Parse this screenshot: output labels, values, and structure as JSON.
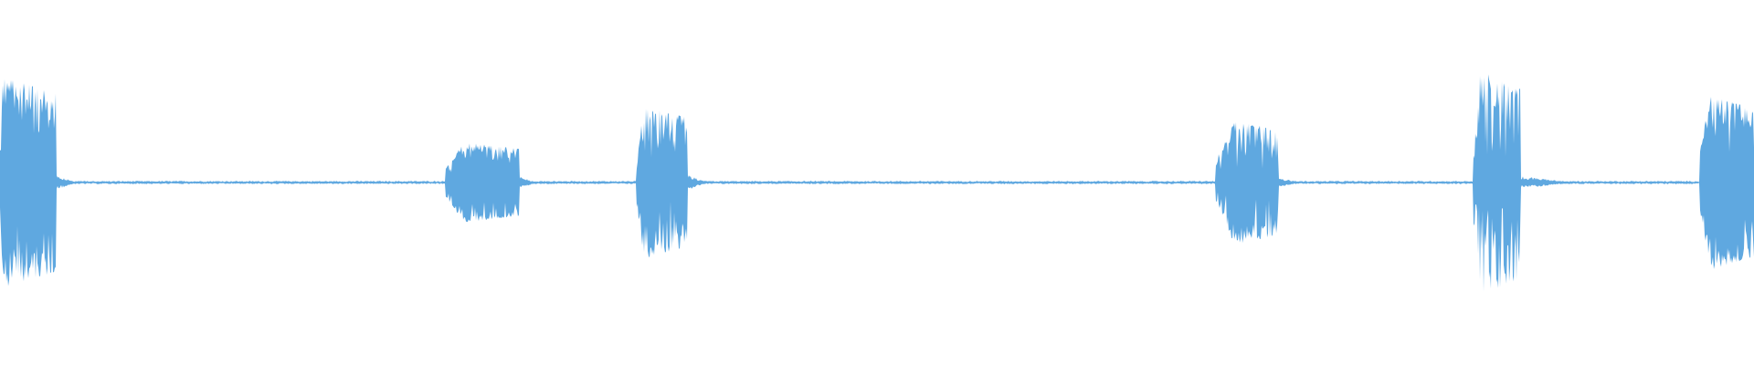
{
  "waveform": {
    "color": "#5fa8e0",
    "baseline_amplitude": 0.006,
    "bursts": [
      {
        "start": 0.0,
        "end": 0.032,
        "peak": 0.58,
        "ramp_in": 0.05,
        "tail": 0.012,
        "tail_level": 0.03,
        "jaggedness": 0.45
      },
      {
        "start": 0.254,
        "end": 0.296,
        "peak": 0.22,
        "ramp_in": 0.25,
        "tail": 0.01,
        "tail_level": 0.025,
        "jaggedness": 0.35
      },
      {
        "start": 0.363,
        "end": 0.392,
        "peak": 0.42,
        "ramp_in": 0.15,
        "tail": 0.012,
        "tail_level": 0.03,
        "jaggedness": 0.5
      },
      {
        "start": 0.693,
        "end": 0.729,
        "peak": 0.34,
        "ramp_in": 0.3,
        "tail": 0.012,
        "tail_level": 0.02,
        "jaggedness": 0.55
      },
      {
        "start": 0.84,
        "end": 0.867,
        "peak": 0.62,
        "ramp_in": 0.15,
        "tail": 0.032,
        "tail_level": 0.025,
        "jaggedness": 0.7
      },
      {
        "start": 0.969,
        "end": 1.0,
        "peak": 0.48,
        "ramp_in": 0.2,
        "tail": 0.0,
        "tail_level": 0.0,
        "jaggedness": 0.4
      }
    ]
  }
}
